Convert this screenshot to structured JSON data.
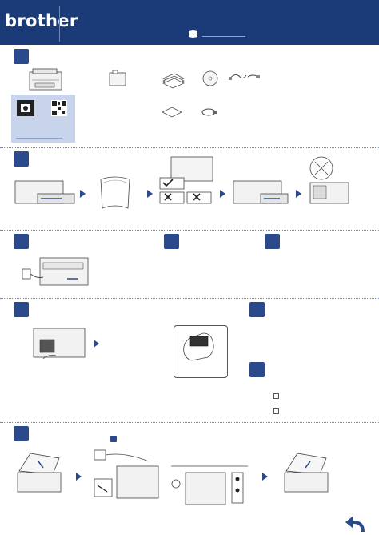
{
  "header": {
    "brand": "brother",
    "bg_color": "#1b3a78"
  },
  "steps": [
    {
      "id": 1,
      "icon": "step-marker-1"
    },
    {
      "id": 2,
      "icon": "step-marker-2"
    },
    {
      "id": 3,
      "icon": "step-marker-3"
    },
    {
      "id": 4,
      "icon": "step-marker-4"
    },
    {
      "id": 5,
      "icon": "step-marker-5"
    },
    {
      "id": 6,
      "icon": "step-marker-6"
    },
    {
      "id": 7,
      "icon": "step-marker-7"
    },
    {
      "id": 8,
      "icon": "step-marker-8"
    },
    {
      "id": 9,
      "icon": "step-marker-9"
    }
  ],
  "icons": {
    "book": "book-icon",
    "video": "video-icon",
    "qr": "qr-code-icon",
    "back": "back-arrow-icon"
  },
  "colors": {
    "accent": "#2b4a8b",
    "light_blue": "#c8d4ec",
    "separator": "#6a86c2"
  }
}
